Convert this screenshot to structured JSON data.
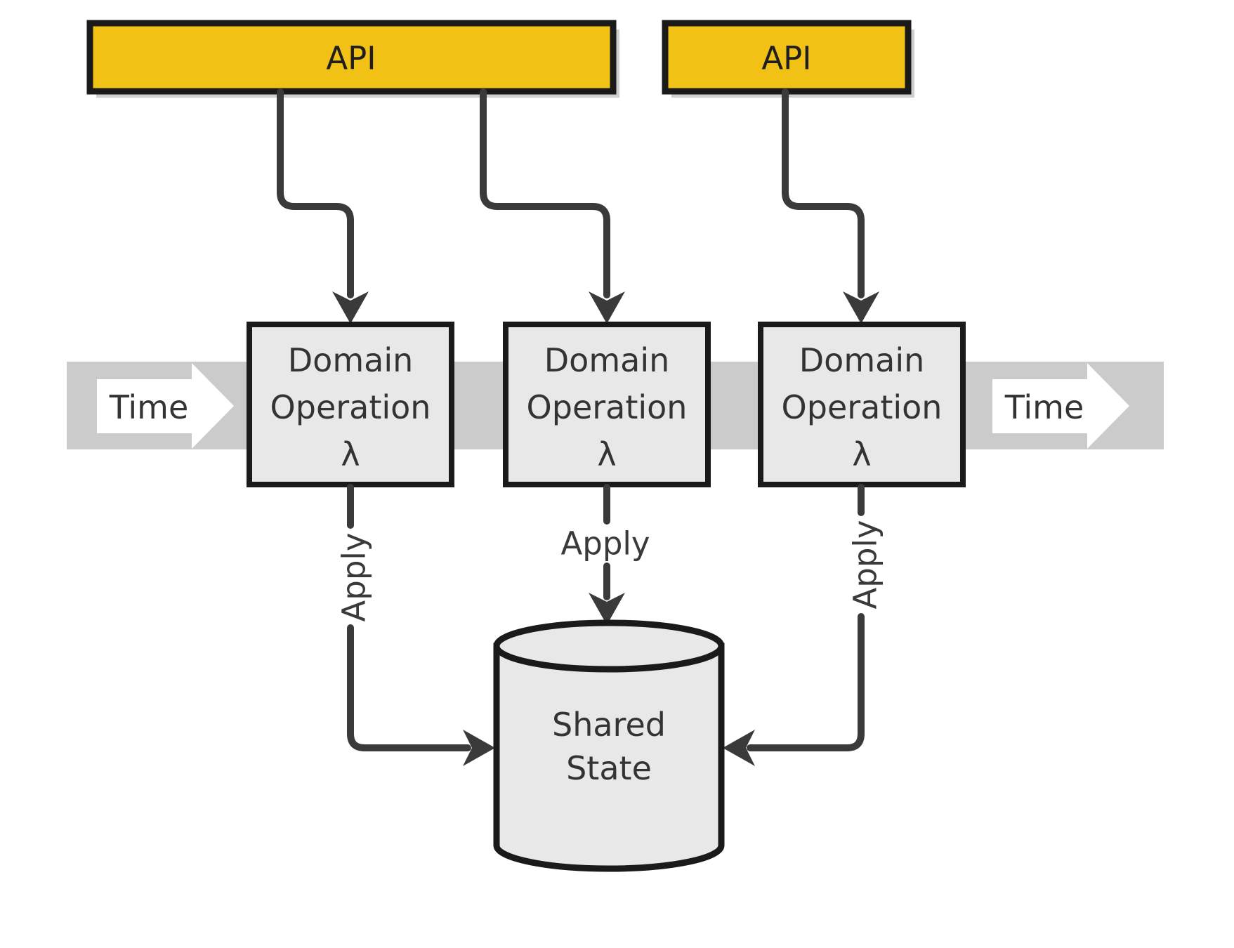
{
  "diagram": {
    "api_boxes": [
      {
        "label": "API"
      },
      {
        "label": "API"
      }
    ],
    "timeline": {
      "left_label": "Time",
      "right_label": "Time"
    },
    "operations": [
      {
        "line1": "Domain",
        "line2": "Operation",
        "line3": "λ"
      },
      {
        "line1": "Domain",
        "line2": "Operation",
        "line3": "λ"
      },
      {
        "line1": "Domain",
        "line2": "Operation",
        "line3": "λ"
      }
    ],
    "apply_labels": [
      "Apply",
      "Apply",
      "Apply"
    ],
    "datastore": {
      "line1": "Shared",
      "line2": "State"
    },
    "colors": {
      "api_fill": "#F2C115",
      "box_fill": "#E8E8E8",
      "band_gray": "#CBCBCB",
      "stroke_dark": "#1A1A1A",
      "connector_gray": "#3A3A3A",
      "text_dark": "#333333",
      "arrow_white": "#FFFFFF"
    }
  }
}
